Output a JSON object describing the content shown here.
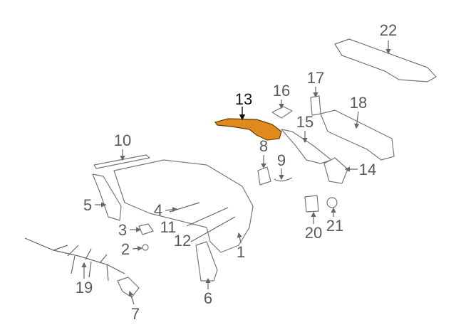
{
  "diagram": {
    "title": "Rear bumper parts diagram",
    "highlight_color": "#e08a1e",
    "highlighted_part": "13",
    "callouts": [
      "1",
      "2",
      "3",
      "4",
      "5",
      "6",
      "7",
      "8",
      "9",
      "10",
      "11",
      "12",
      "13",
      "14",
      "15",
      "16",
      "17",
      "18",
      "19",
      "20",
      "21",
      "22"
    ]
  }
}
